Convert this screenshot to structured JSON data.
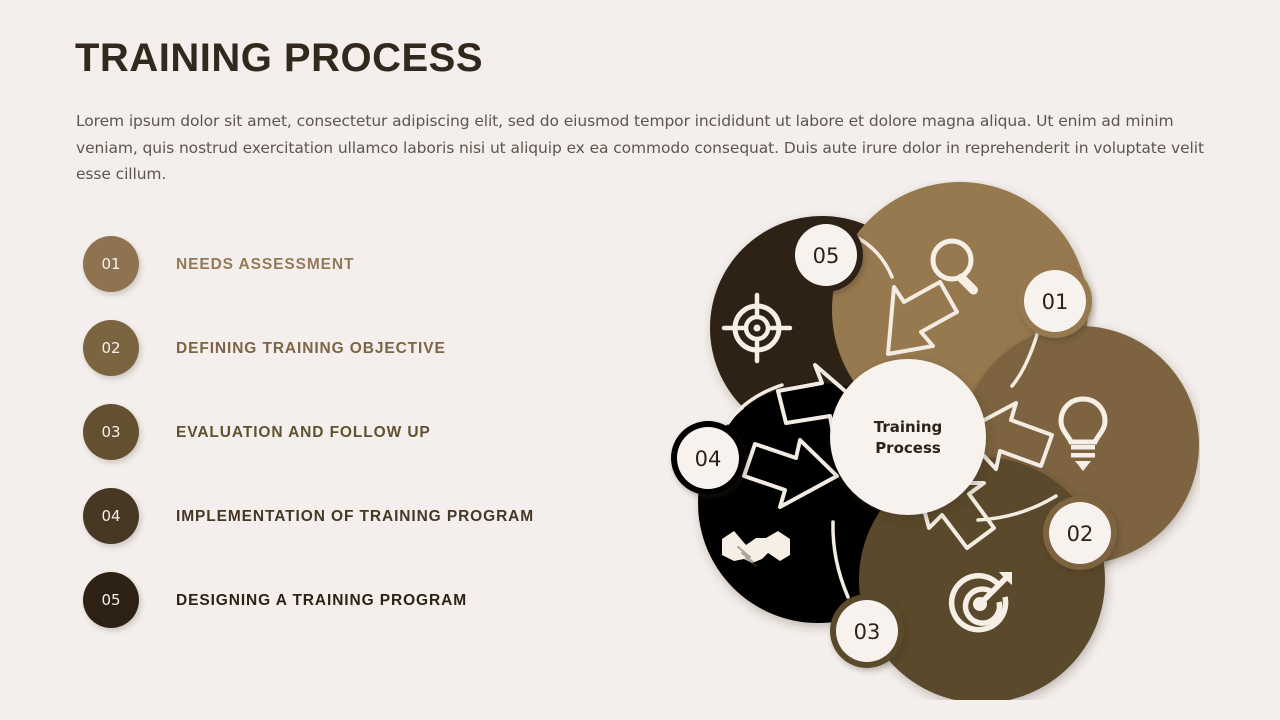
{
  "slide": {
    "title": "TRAINING PROCESS",
    "body": "Lorem ipsum dolor sit amet, consectetur adipiscing elit, sed do eiusmod tempor incididunt ut labore et dolore magna aliqua. Ut enim ad minim veniam, quis nostrud exercitation ullamco laboris nisi ut aliquip ex ea commodo consequat. Duis aute irure dolor in reprehenderit in voluptate velit esse cillum.",
    "background_color": "#f4efec"
  },
  "steps": [
    {
      "number": "01",
      "label": "NEEDS ASSESSMENT",
      "circle_color": "#8f7350",
      "text_color": "#937a57",
      "icon": "search-icon"
    },
    {
      "number": "02",
      "label": "DEFINING TRAINING OBJECTIVE",
      "circle_color": "#7b6440",
      "text_color": "#7b6544",
      "icon": "lightbulb-icon"
    },
    {
      "number": "03",
      "label": "EVALUATION AND FOLLOW UP",
      "circle_color": "#62502f",
      "text_color": "#60512f",
      "icon": "target-arrow-icon"
    },
    {
      "number": "04",
      "label": "IMPLEMENTATION OF TRAINING PROGRAM",
      "circle_color": "#473824",
      "text_color": "#453825",
      "icon": "handshake-icon"
    },
    {
      "number": "05",
      "label": "DESIGNING A TRAINING PROGRAM",
      "circle_color": "#2e2215",
      "text_color": "#2d2216",
      "icon": "crosshair-icon"
    }
  ],
  "diagram": {
    "center_title_line1": "Training",
    "center_title_line2": "Process",
    "center_fill": "#f7f2ee",
    "arrow_stroke": "#f3ece2",
    "icon_color": "#f5efe6",
    "petals": [
      {
        "number": "01",
        "color": "#97794f",
        "icon": "search-icon",
        "badge_label": "01"
      },
      {
        "number": "02",
        "color": "#7d6440",
        "icon": "lightbulb-icon",
        "badge_label": "02"
      },
      {
        "number": "03",
        "color": "#5a4a2c",
        "icon": "target-arrow-icon",
        "badge_label": "03"
      },
      {
        "number": "04",
        "color": "#453venue",
        "icon": "handshake-icon",
        "badge_label": "04"
      },
      {
        "number": "05",
        "color": "#2f2317",
        "icon": "crosshair-icon",
        "badge_label": "05"
      }
    ]
  }
}
